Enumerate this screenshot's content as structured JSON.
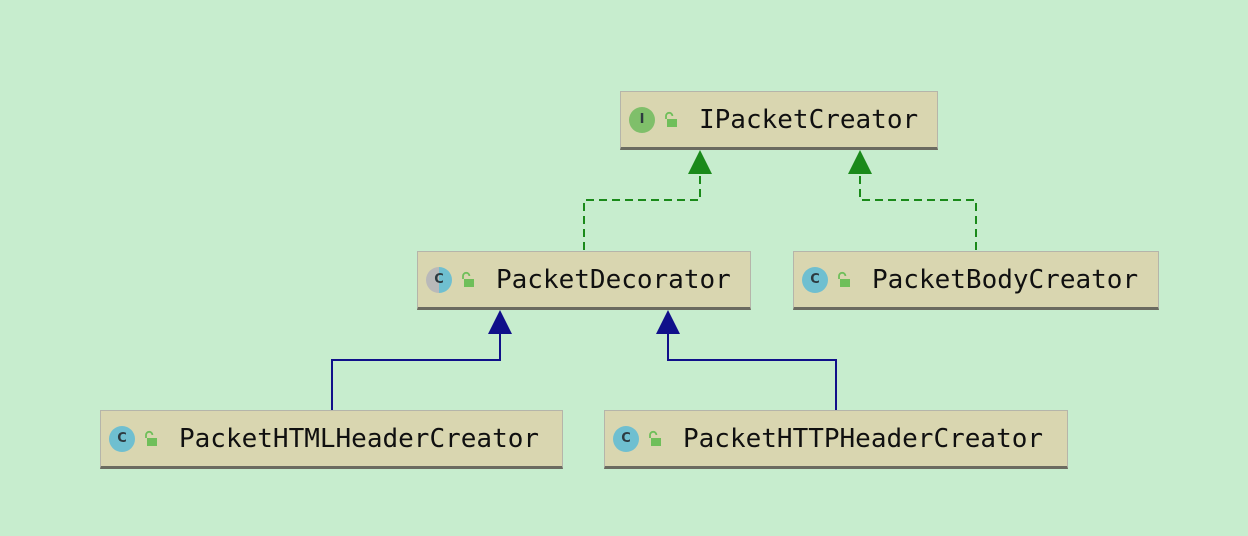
{
  "nodes": [
    {
      "id": "ipacketcreator",
      "kind": "interface",
      "kind_letter": "I",
      "label": "IPacketCreator"
    },
    {
      "id": "packetdecorator",
      "kind": "abstract",
      "kind_letter": "C",
      "label": "PacketDecorator"
    },
    {
      "id": "packetbodycreator",
      "kind": "class",
      "kind_letter": "C",
      "label": "PacketBodyCreator"
    },
    {
      "id": "packethtmlheadercreator",
      "kind": "class",
      "kind_letter": "C",
      "label": "PacketHTMLHeaderCreator"
    },
    {
      "id": "packethttpheadercreator",
      "kind": "class",
      "kind_letter": "C",
      "label": "PacketHTTPHeaderCreator"
    }
  ],
  "edges": [
    {
      "from": "packetdecorator",
      "to": "ipacketcreator",
      "type": "realization"
    },
    {
      "from": "packetbodycreator",
      "to": "ipacketcreator",
      "type": "realization"
    },
    {
      "from": "packethtmlheadercreator",
      "to": "packetdecorator",
      "type": "inheritance"
    },
    {
      "from": "packethttpheadercreator",
      "to": "packetdecorator",
      "type": "inheritance"
    }
  ],
  "colors": {
    "background": "#c7edce",
    "node_fill": "#d9d6b0",
    "realization_edge": "#1a8a1a",
    "inheritance_edge": "#10108a"
  }
}
